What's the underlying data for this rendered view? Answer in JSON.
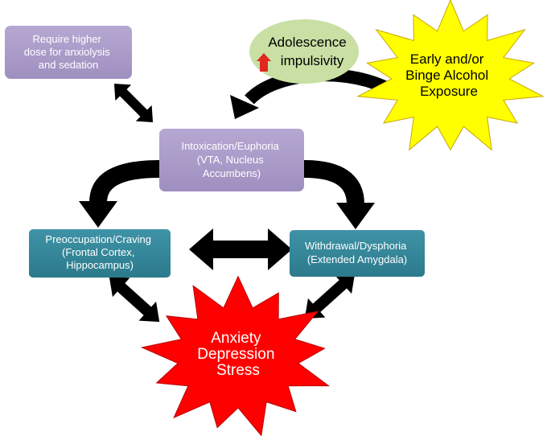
{
  "colors": {
    "purple_box": "#a998c7",
    "teal_box": "#34879a",
    "oval": "#c9dfa4",
    "yellow_star": "#ffff00",
    "red_star": "#ff0000",
    "arrow": "#000000",
    "up_arrow": "#e0281e"
  },
  "nodes": {
    "dose": {
      "lines": [
        "Require higher",
        "dose for anxiolysis",
        "and sedation"
      ]
    },
    "intox": {
      "lines": [
        "Intoxication/Euphoria",
        "(VTA, Nucleus",
        "Accumbens)"
      ]
    },
    "preocc": {
      "lines": [
        "Preoccupation/Craving",
        "(Frontal Cortex,",
        "Hippocampus)"
      ]
    },
    "withdraw": {
      "lines": [
        "Withdrawal/Dysphoria",
        "(Extended Amygdala)"
      ]
    },
    "adolescence": {
      "line1": "Adolescence",
      "line2": "impulsivity",
      "arrow_icon": "red-up-arrow-icon"
    },
    "exposure": {
      "lines": [
        "Early and/or",
        "Binge Alcohol",
        "Exposure"
      ]
    },
    "stress": {
      "lines": [
        "Anxiety",
        "Depression",
        "Stress"
      ]
    }
  }
}
